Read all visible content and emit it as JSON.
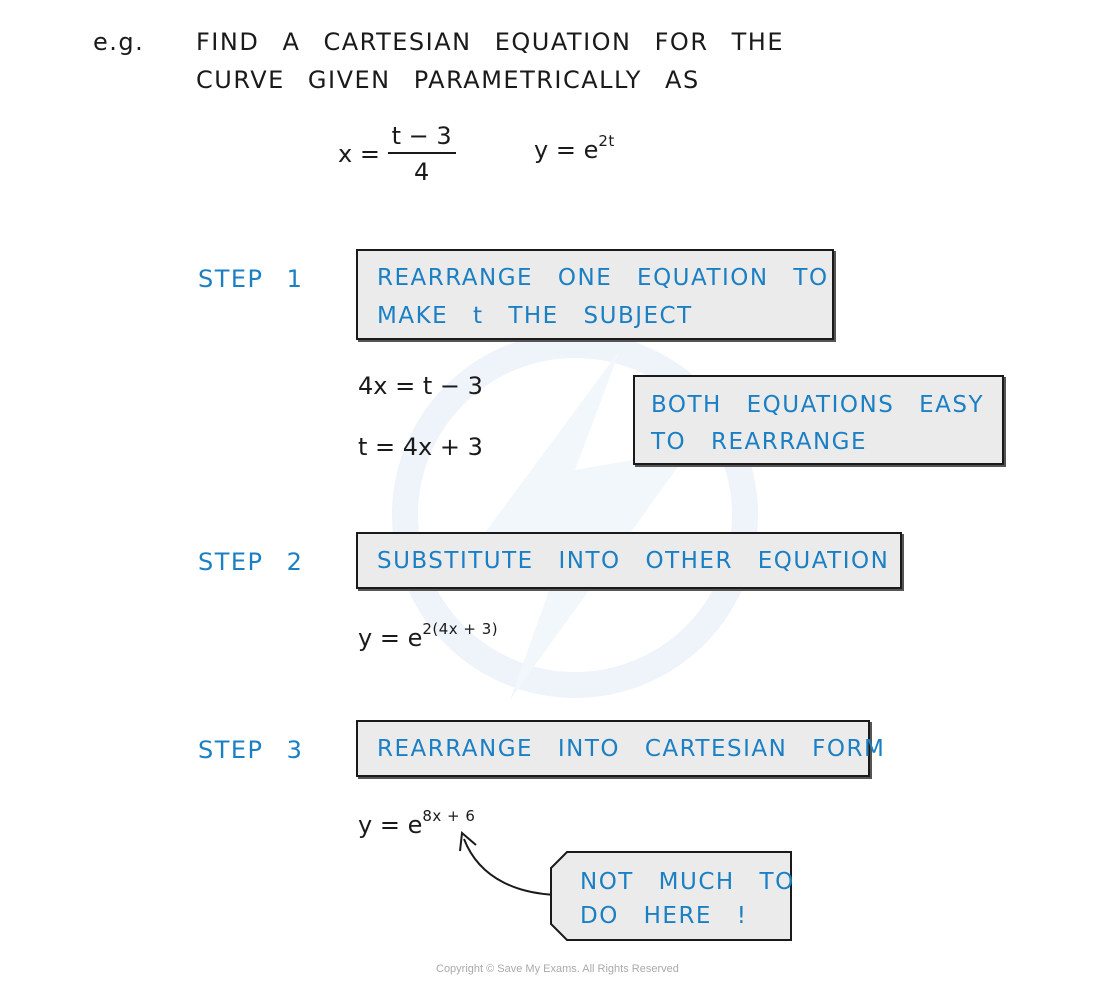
{
  "example": {
    "label": "e.g.",
    "question_line1": "FIND A CARTESIAN EQUATION FOR THE",
    "question_line2": "CURVE GIVEN PARAMETRICALLY AS"
  },
  "given": {
    "x_lhs": "x =",
    "x_numerator": "t − 3",
    "x_denominator": "4",
    "y_lhs": "y = e",
    "y_exponent": "2t"
  },
  "steps": [
    {
      "label": "STEP 1",
      "box_line1": "REARRANGE ONE EQUATION TO",
      "box_line2": "MAKE t THE SUBJECT",
      "work_line1": "4x = t − 3",
      "work_line2": "t = 4x + 3"
    },
    {
      "label": "STEP 2",
      "box_line1": "SUBSTITUTE INTO OTHER EQUATION",
      "work_base": "y = e",
      "work_exponent": "2(4x + 3)"
    },
    {
      "label": "STEP 3",
      "box_line1": "REARRANGE INTO CARTESIAN FORM",
      "work_base": "y = e",
      "work_exponent": "8x + 6"
    }
  ],
  "notes": {
    "both_easy_line1": "BOTH EQUATIONS EASY",
    "both_easy_line2": "TO REARRANGE",
    "not_much_line1": "NOT MUCH TO",
    "not_much_line2": "DO HERE !"
  },
  "footer": {
    "copyright": "Copyright © Save My Exams. All Rights Reserved"
  },
  "colors": {
    "step_text": "#1b7fc4",
    "working": "#d4143c",
    "final_answer": "#1e9a3c",
    "box_fill": "#ebebeb"
  }
}
